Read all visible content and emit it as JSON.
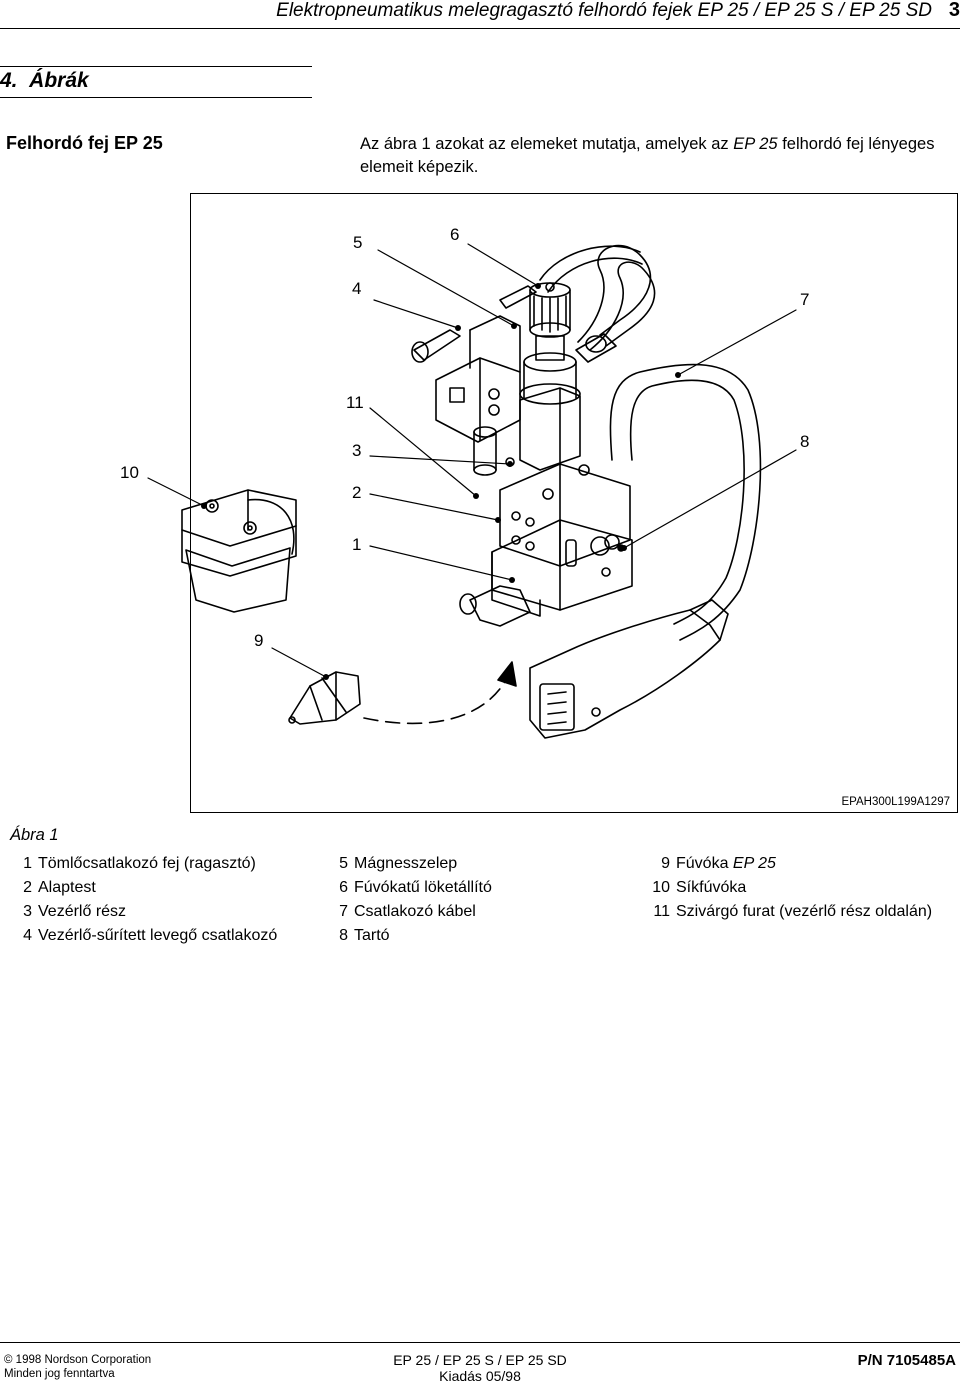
{
  "header": {
    "running_title": "Elektropneumatikus melegragasztó felhordó fejek EP 25 / EP 25 S / EP 25 SD",
    "page_number": "3"
  },
  "section": {
    "title": "4.  Ábrák"
  },
  "subsection": {
    "title": "Felhordó fej EP 25",
    "intro_before": "Az ábra 1 azokat az elemeket mutatja, amelyek az ",
    "intro_emph": "EP 25",
    "intro_after": " felhordó fej lényeges elemeit képezik."
  },
  "figure": {
    "code": "EPAH300L199A1297",
    "caption": "Ábra 1",
    "callouts": [
      "1",
      "2",
      "3",
      "4",
      "5",
      "6",
      "7",
      "8",
      "9",
      "10",
      "11"
    ]
  },
  "legend": {
    "col1": [
      {
        "num": "1",
        "text": "Tömlőcsatlakozó fej (ragasztó)"
      },
      {
        "num": "2",
        "text": "Alaptest"
      },
      {
        "num": "3",
        "text": "Vezérlő rész"
      },
      {
        "num": "4",
        "text": "Vezérlő-sűrített levegő csatlakozó"
      }
    ],
    "col2": [
      {
        "num": "5",
        "text": "Mágnesszelep"
      },
      {
        "num": "6",
        "text": "Fúvókatű löketállító"
      },
      {
        "num": "7",
        "text": "Csatlakozó kábel"
      },
      {
        "num": "8",
        "text": "Tartó"
      }
    ],
    "col3": [
      {
        "num": "9",
        "text": "Fúvóka ",
        "emph": "EP 25"
      },
      {
        "num": "10",
        "text": "Síkfúvóka"
      },
      {
        "num": "11",
        "text": "Szivárgó furat (vezérlő rész oldalán)"
      }
    ]
  },
  "footer": {
    "copyright_line1": "© 1998 Nordson Corporation",
    "copyright_line2": "Minden jog fenntartva",
    "center_line1": "EP 25 / EP 25 S / EP 25 SD",
    "center_line2": "Kiadás 05/98",
    "part_number": "P/N 7105485A"
  }
}
